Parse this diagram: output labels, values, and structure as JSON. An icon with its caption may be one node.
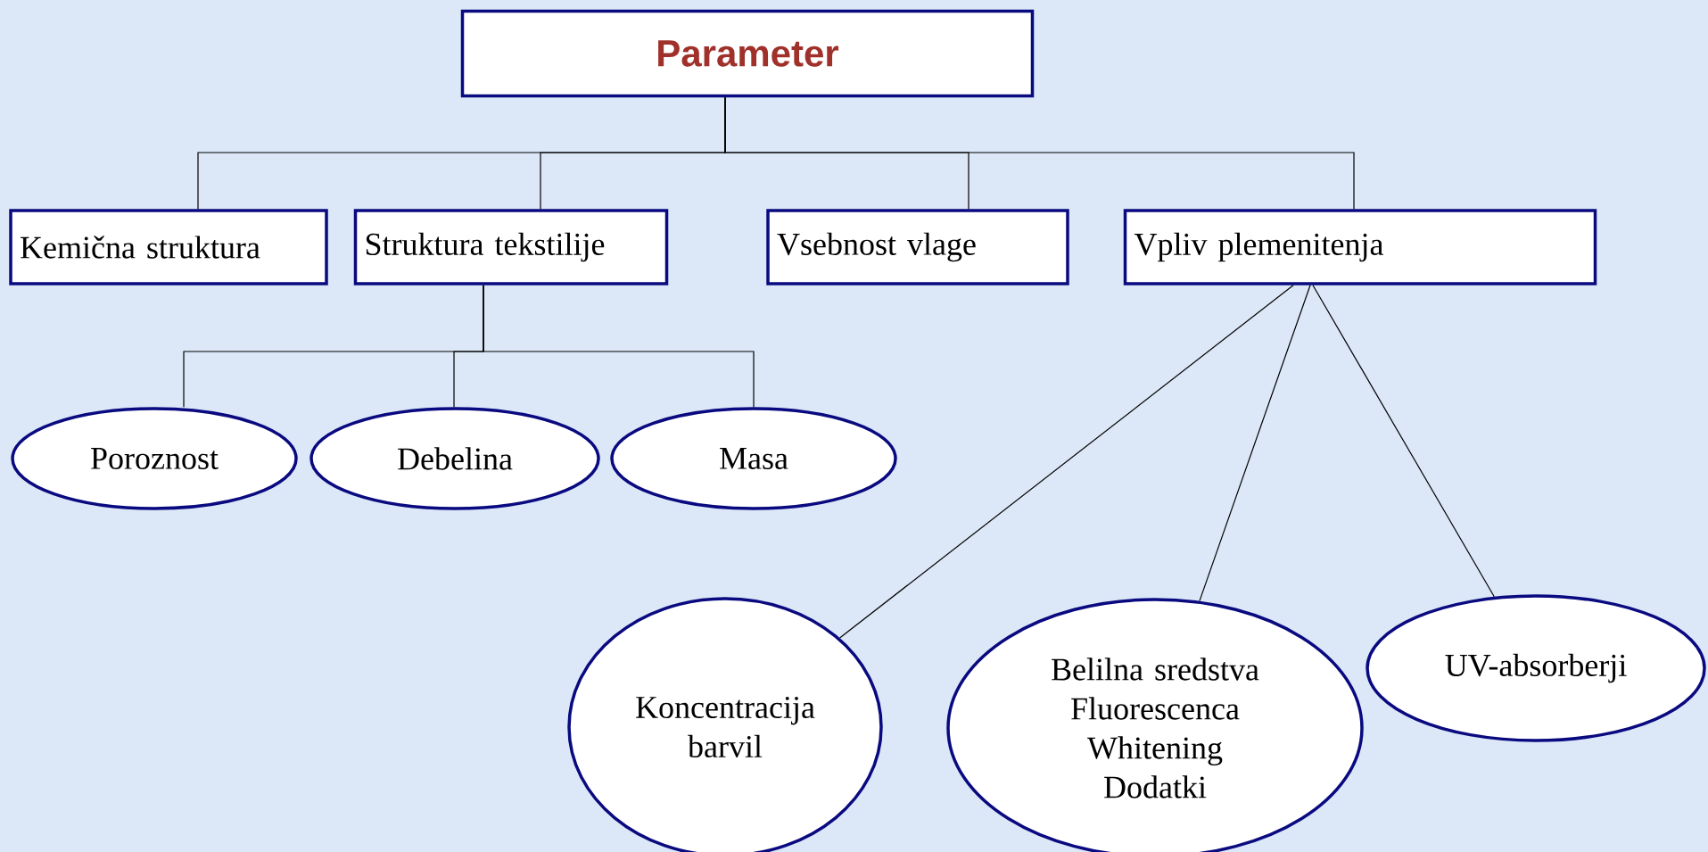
{
  "diagram": {
    "nodes": [
      {
        "text": [
          "Parameter"
        ]
      },
      {
        "text": [
          "Kemična struktura"
        ]
      },
      {
        "text": [
          "Struktura tekstilije"
        ]
      },
      {
        "text": [
          "Vsebnost vlage"
        ]
      },
      {
        "text": [
          "Vpliv plemenitenja"
        ]
      },
      {
        "text": [
          "Poroznost"
        ]
      },
      {
        "text": [
          "Debelina"
        ]
      },
      {
        "text": [
          "Masa"
        ]
      },
      {
        "text": [
          "Koncentracija barvil"
        ]
      },
      {
        "text": [
          "Belilna sredstva",
          "Fluorescenca",
          "Whitening",
          "Dodatki"
        ]
      },
      {
        "text": [
          "UV-absorberji"
        ]
      }
    ],
    "edges": [
      {
        "from": 0,
        "to": 1,
        "arrow": "none"
      },
      {
        "from": 0,
        "to": 2,
        "arrow": "none"
      },
      {
        "from": 0,
        "to": 3,
        "arrow": "none"
      },
      {
        "from": 0,
        "to": 4,
        "arrow": "none"
      },
      {
        "from": 2,
        "to": 5,
        "arrow": "none"
      },
      {
        "from": 2,
        "to": 6,
        "arrow": "none"
      },
      {
        "from": 2,
        "to": 7,
        "arrow": "none"
      },
      {
        "from": 4,
        "to": 8,
        "arrow": "none"
      },
      {
        "from": 4,
        "to": 9,
        "arrow": "none"
      },
      {
        "from": 4,
        "to": 10,
        "arrow": "none"
      }
    ]
  }
}
